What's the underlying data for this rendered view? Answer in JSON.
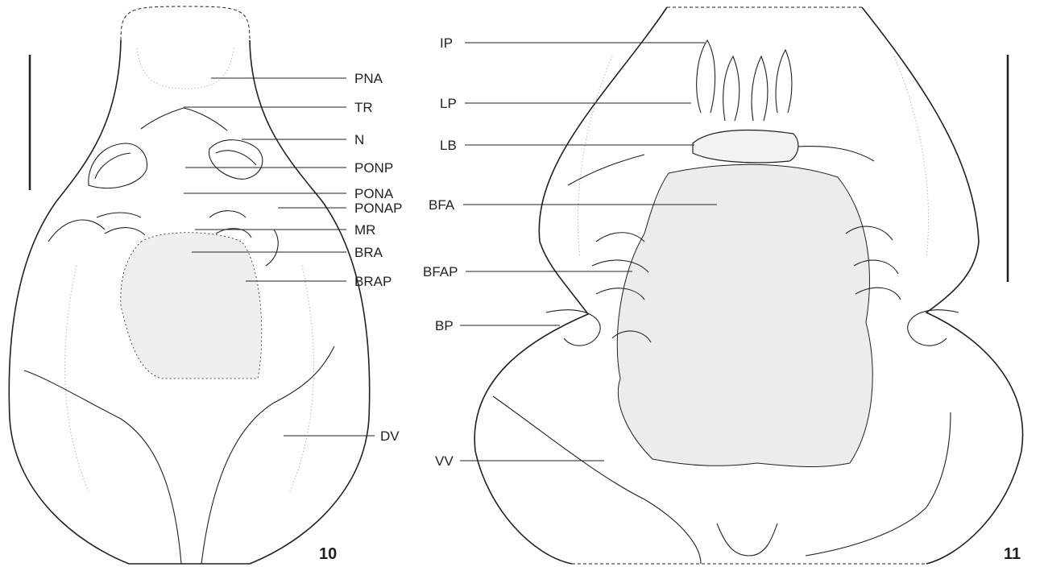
{
  "figure_10": {
    "number": "10",
    "labels": [
      "PNA",
      "TR",
      "N",
      "PONP",
      "PONA",
      "PONAP",
      "MR",
      "BRA",
      "BRAP",
      "DV"
    ]
  },
  "figure_11": {
    "number": "11",
    "labels": [
      "IP",
      "LP",
      "LB",
      "BFA",
      "BFAP",
      "BP",
      "VV"
    ]
  }
}
